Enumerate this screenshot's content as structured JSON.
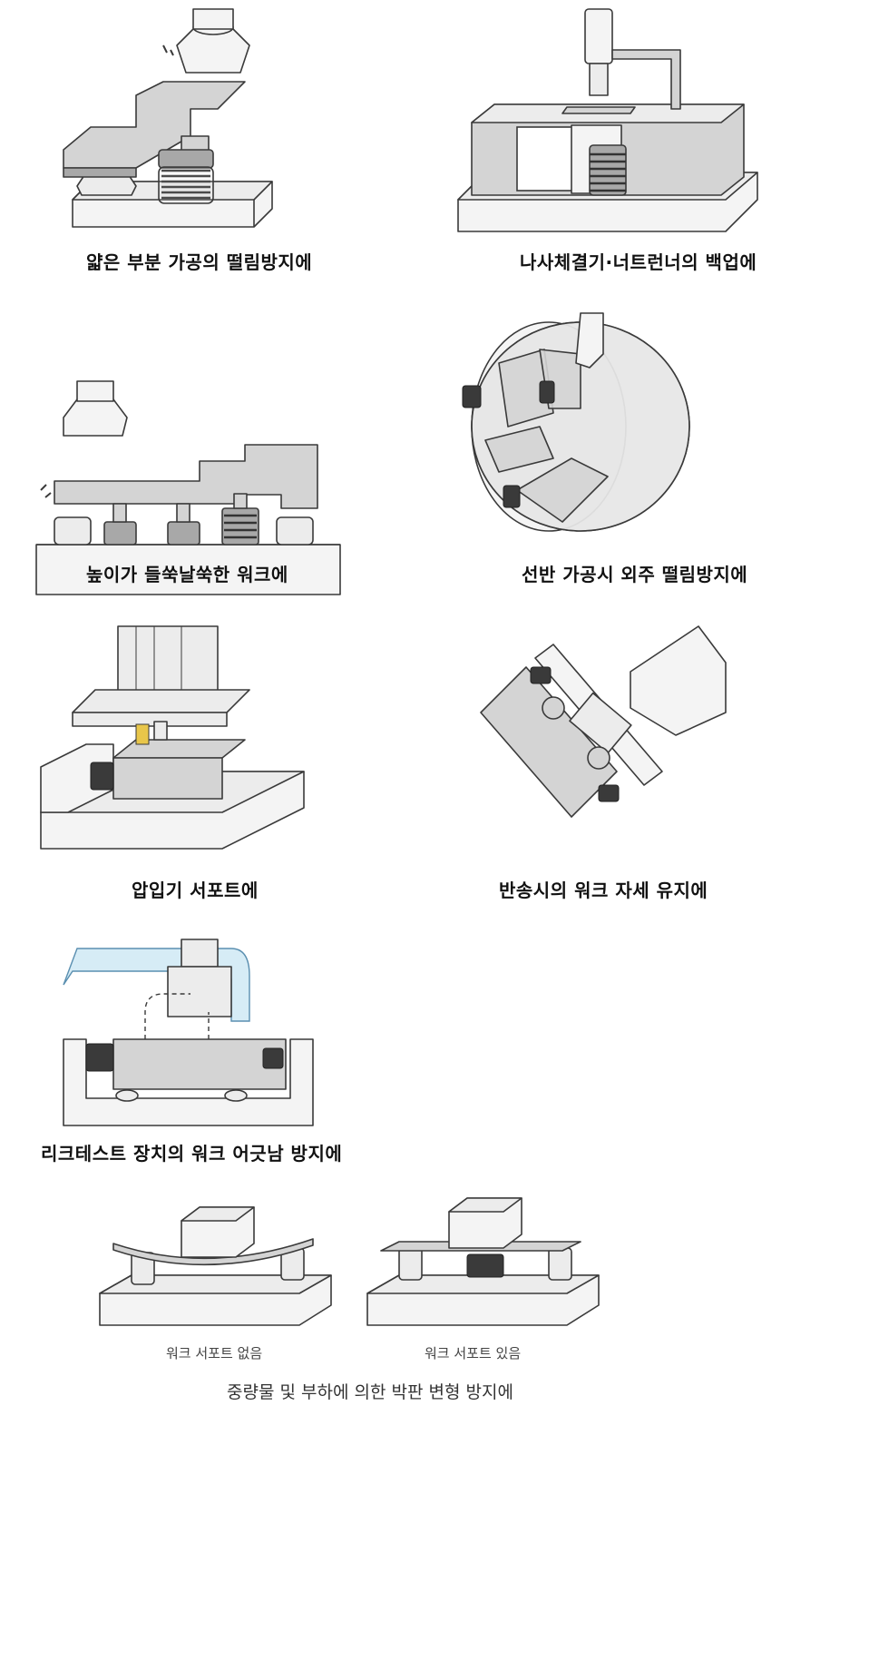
{
  "captions": {
    "c1": "얇은 부분 가공의 떨림방지에",
    "c2": "나사체결기·너트런너의 백업에",
    "c3": "높이가 들쑥날쑥한 워크에",
    "c4": "선반 가공시 외주 떨림방지에",
    "c5": "압입기 서포트에",
    "c6": "반송시의 워크 자세 유지에",
    "c7": "리크테스트 장치의 워크 어긋남 방지에",
    "no_support": "워크 서포트 없음",
    "with_support": "워크 서포트 있음",
    "final": "중량물 및 부하에 의한 박판 변형 방지에"
  },
  "colors": {
    "metal": "#d4d4d4",
    "dark_metal": "#a8a8a8",
    "base": "#f4f4f4",
    "air_channel": "#d6ecf6",
    "accent_yellow": "#e8c64a"
  }
}
